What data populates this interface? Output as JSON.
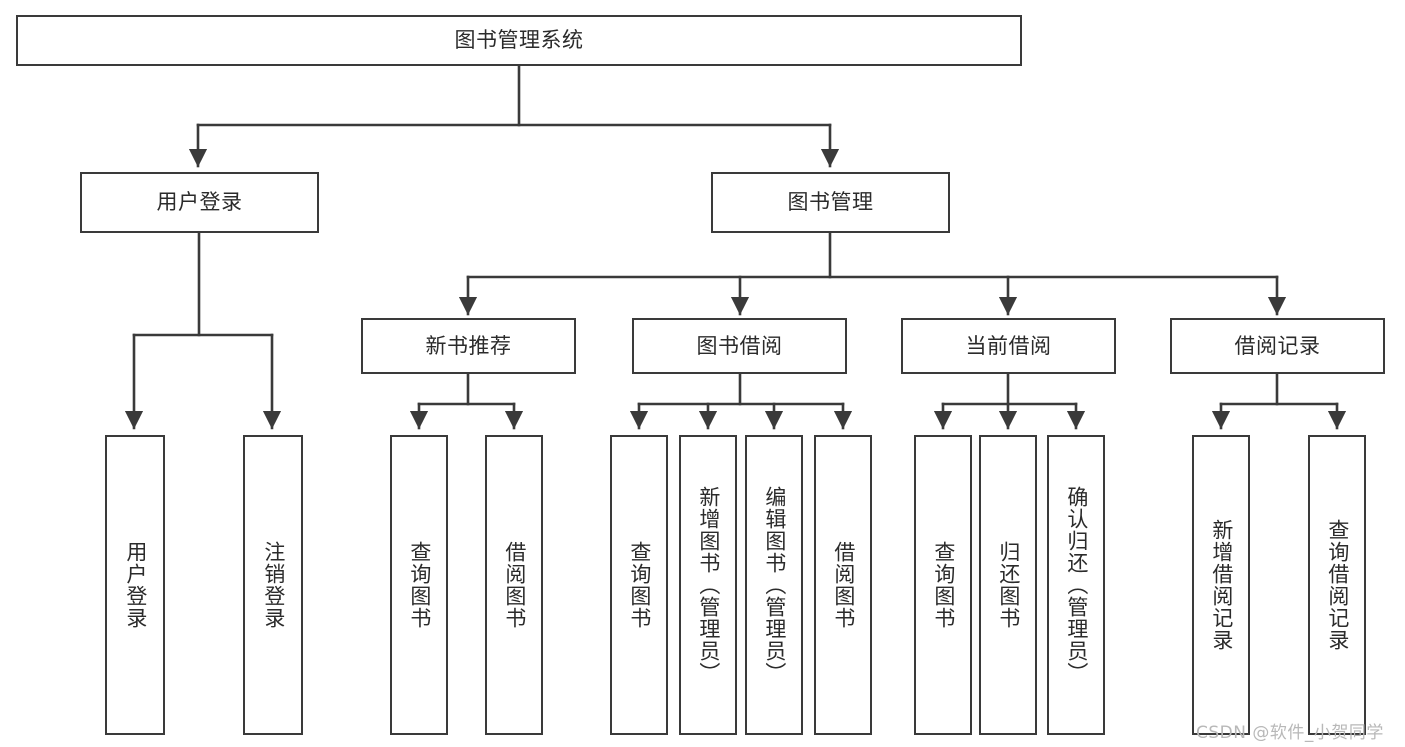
{
  "diagram": {
    "title": "图书管理系统",
    "type": "tree",
    "orientation": "top-down",
    "colors": {
      "node_border": "#3a3a3a",
      "node_fill": "#ffffff",
      "edge": "#3a3a3a",
      "text": "#2b2b2b",
      "watermark": "#b8b8b8",
      "background": "#ffffff"
    },
    "root": {
      "label": "图书管理系统"
    },
    "level2": [
      {
        "id": "user-login",
        "label": "用户登录"
      },
      {
        "id": "book-manage",
        "label": "图书管理"
      }
    ],
    "level3": [
      {
        "id": "new-book-recommend",
        "label": "新书推荐"
      },
      {
        "id": "book-borrow",
        "label": "图书借阅"
      },
      {
        "id": "current-borrow",
        "label": "当前借阅"
      },
      {
        "id": "borrow-record",
        "label": "借阅记录"
      }
    ],
    "leaves": {
      "user_login": [
        {
          "id": "leaf-user-login",
          "label": "用户登录"
        },
        {
          "id": "leaf-logout-login",
          "label": "注销登录"
        }
      ],
      "new_book_recommend": [
        {
          "id": "leaf-query-book-1",
          "label": "查询图书"
        },
        {
          "id": "leaf-borrow-book-1",
          "label": "借阅图书"
        }
      ],
      "book_borrow": [
        {
          "id": "leaf-query-book-2",
          "label": "查询图书"
        },
        {
          "id": "leaf-add-book",
          "label": "新增图书（管理员）"
        },
        {
          "id": "leaf-edit-book",
          "label": "编辑图书（管理员）"
        },
        {
          "id": "leaf-borrow-book-2",
          "label": "借阅图书"
        }
      ],
      "current_borrow": [
        {
          "id": "leaf-query-book-3",
          "label": "查询图书"
        },
        {
          "id": "leaf-return-book",
          "label": "归还图书"
        },
        {
          "id": "leaf-confirm-return",
          "label": "确认归还（管理员）"
        }
      ],
      "borrow_record": [
        {
          "id": "leaf-add-record",
          "label": "新增借阅记录"
        },
        {
          "id": "leaf-query-record",
          "label": "查询借阅记录"
        }
      ]
    }
  },
  "watermark": {
    "text": "CSDN @软件_小贺同学"
  }
}
